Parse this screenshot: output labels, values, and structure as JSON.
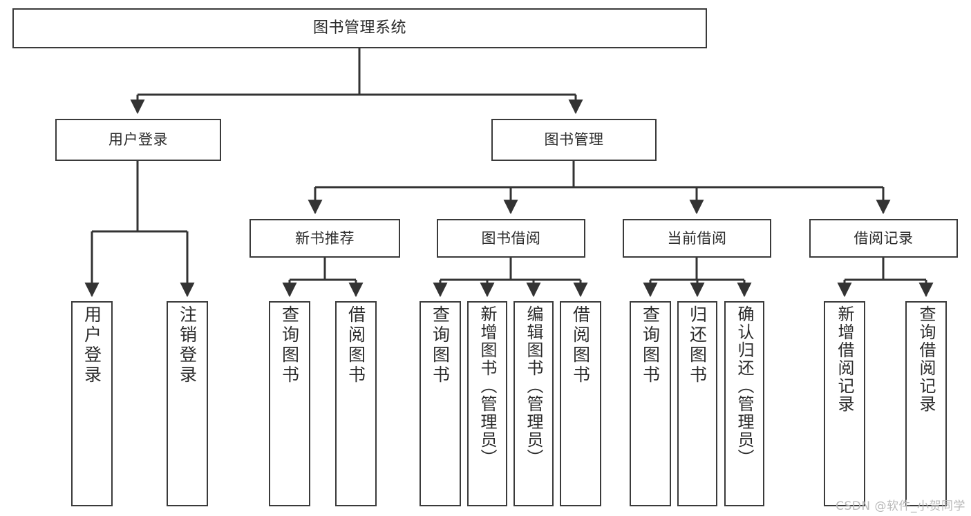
{
  "diagram": {
    "title": "图书管理系统",
    "type": "tree",
    "root": {
      "id": "root",
      "label": "图书管理系统",
      "orientation": "horizontal"
    },
    "level1": [
      {
        "id": "user-login",
        "label": "用户登录",
        "orientation": "horizontal"
      },
      {
        "id": "book-manage",
        "label": "图书管理",
        "orientation": "horizontal"
      }
    ],
    "level2": [
      {
        "id": "new-book-recommend",
        "label": "新书推荐",
        "orientation": "horizontal"
      },
      {
        "id": "book-borrow",
        "label": "图书借阅",
        "orientation": "horizontal"
      },
      {
        "id": "current-borrow",
        "label": "当前借阅",
        "orientation": "horizontal"
      },
      {
        "id": "borrow-record",
        "label": "借阅记录",
        "orientation": "horizontal"
      }
    ],
    "leaves": {
      "user_login": [
        {
          "id": "leaf-user-login",
          "label": "用户登录",
          "orientation": "vertical"
        },
        {
          "id": "leaf-logout-login",
          "label": "注销登录",
          "orientation": "vertical"
        }
      ],
      "new_book_recommend": [
        {
          "id": "leaf-query-book-1",
          "label": "查询图书",
          "orientation": "vertical"
        },
        {
          "id": "leaf-borrow-book-1",
          "label": "借阅图书",
          "orientation": "vertical"
        }
      ],
      "book_borrow": [
        {
          "id": "leaf-query-book-2",
          "label": "查询图书",
          "orientation": "vertical"
        },
        {
          "id": "leaf-add-book",
          "label": "新增图书（管理员）",
          "orientation": "vertical"
        },
        {
          "id": "leaf-edit-book",
          "label": "编辑图书（管理员）",
          "orientation": "vertical"
        },
        {
          "id": "leaf-borrow-book-2",
          "label": "借阅图书",
          "orientation": "vertical"
        }
      ],
      "current_borrow": [
        {
          "id": "leaf-query-book-3",
          "label": "查询图书",
          "orientation": "vertical"
        },
        {
          "id": "leaf-return-book",
          "label": "归还图书",
          "orientation": "vertical"
        },
        {
          "id": "leaf-confirm-return",
          "label": "确认归还（管理员）",
          "orientation": "vertical"
        }
      ],
      "borrow_record": [
        {
          "id": "leaf-add-record",
          "label": "新增借阅记录",
          "orientation": "vertical"
        },
        {
          "id": "leaf-query-record",
          "label": "查询借阅记录",
          "orientation": "vertical"
        }
      ]
    },
    "colors": {
      "border": "#3a3a3a",
      "text": "#2b2b2b",
      "background": "#ffffff",
      "connector": "#333333",
      "watermark": "#b9b9b9"
    }
  },
  "watermark": {
    "text": "CSDN @软件_小贺同学"
  }
}
